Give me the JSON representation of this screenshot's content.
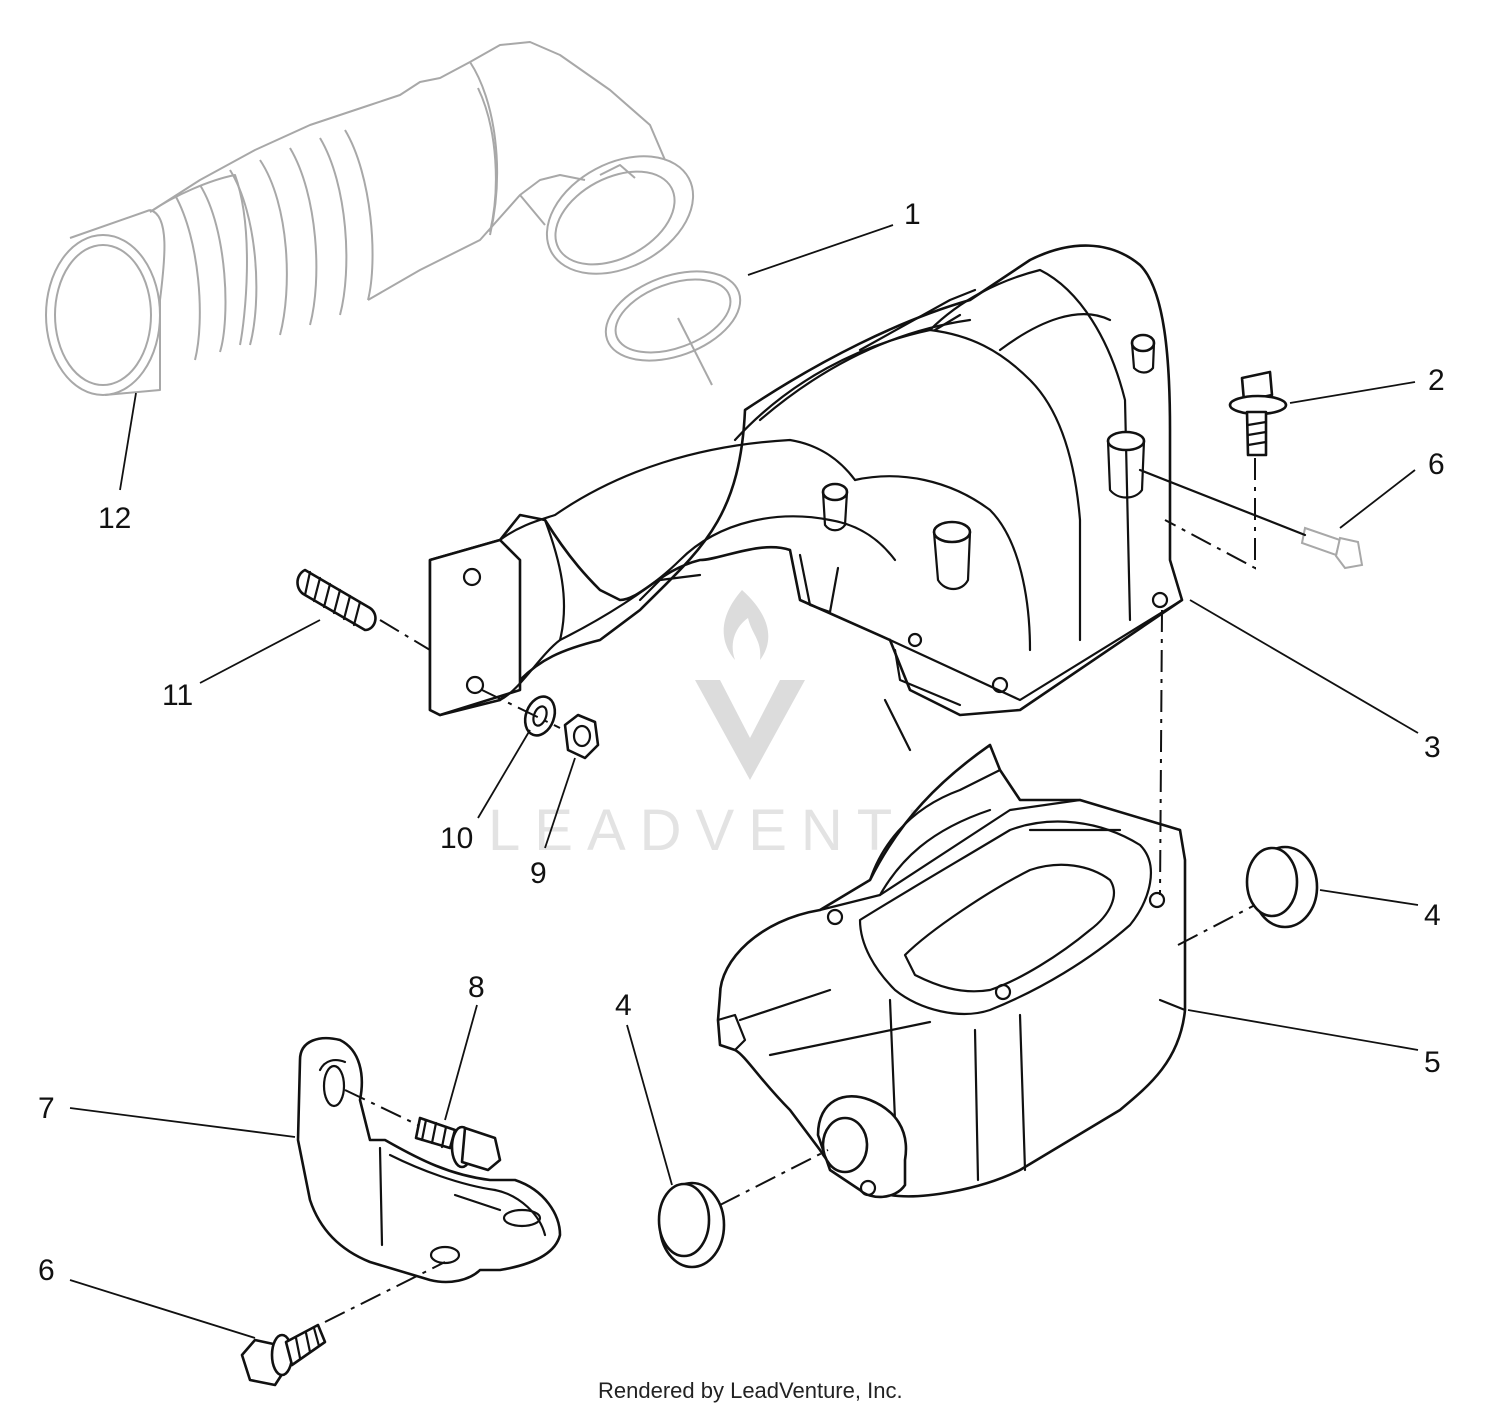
{
  "callouts": {
    "c1": "1",
    "c2": "2",
    "c3": "3",
    "c4a": "4",
    "c4b": "4",
    "c5": "5",
    "c6a": "6",
    "c6b": "6",
    "c7": "7",
    "c8": "8",
    "c9": "9",
    "c10": "10",
    "c11": "11",
    "c12": "12"
  },
  "watermark": "LEADVENTURE",
  "footer": "Rendered by LeadVenture, Inc."
}
